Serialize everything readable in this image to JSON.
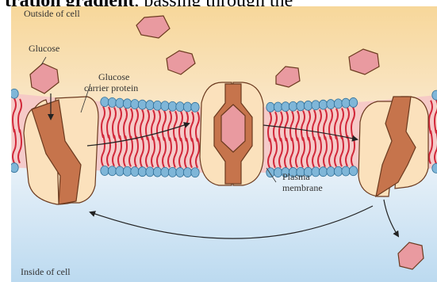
{
  "caption": {
    "bold_text": "tration gradient",
    "rest_text": ", passing through the"
  },
  "stray_char": ")",
  "labels": {
    "outside_of_cell": "Outside of cell",
    "inside_of_cell": "Inside of cell",
    "glucose": "Glucose",
    "carrier_line1": "Glucose",
    "carrier_line2": "carrier protein",
    "plasma_line1": "Plasma",
    "plasma_line2": "membrane"
  },
  "colors": {
    "outside_top": "#f7d79a",
    "inside_bottom": "#bcdaf0",
    "phospholipid_head": "#7fb6d8",
    "lipid_tail": "#d2283a",
    "membrane_band": "#f5c6c6",
    "protein_fill": "#fbe1bc",
    "channel_fill": "#c6744c",
    "glucose_fill": "#e99aa0"
  }
}
